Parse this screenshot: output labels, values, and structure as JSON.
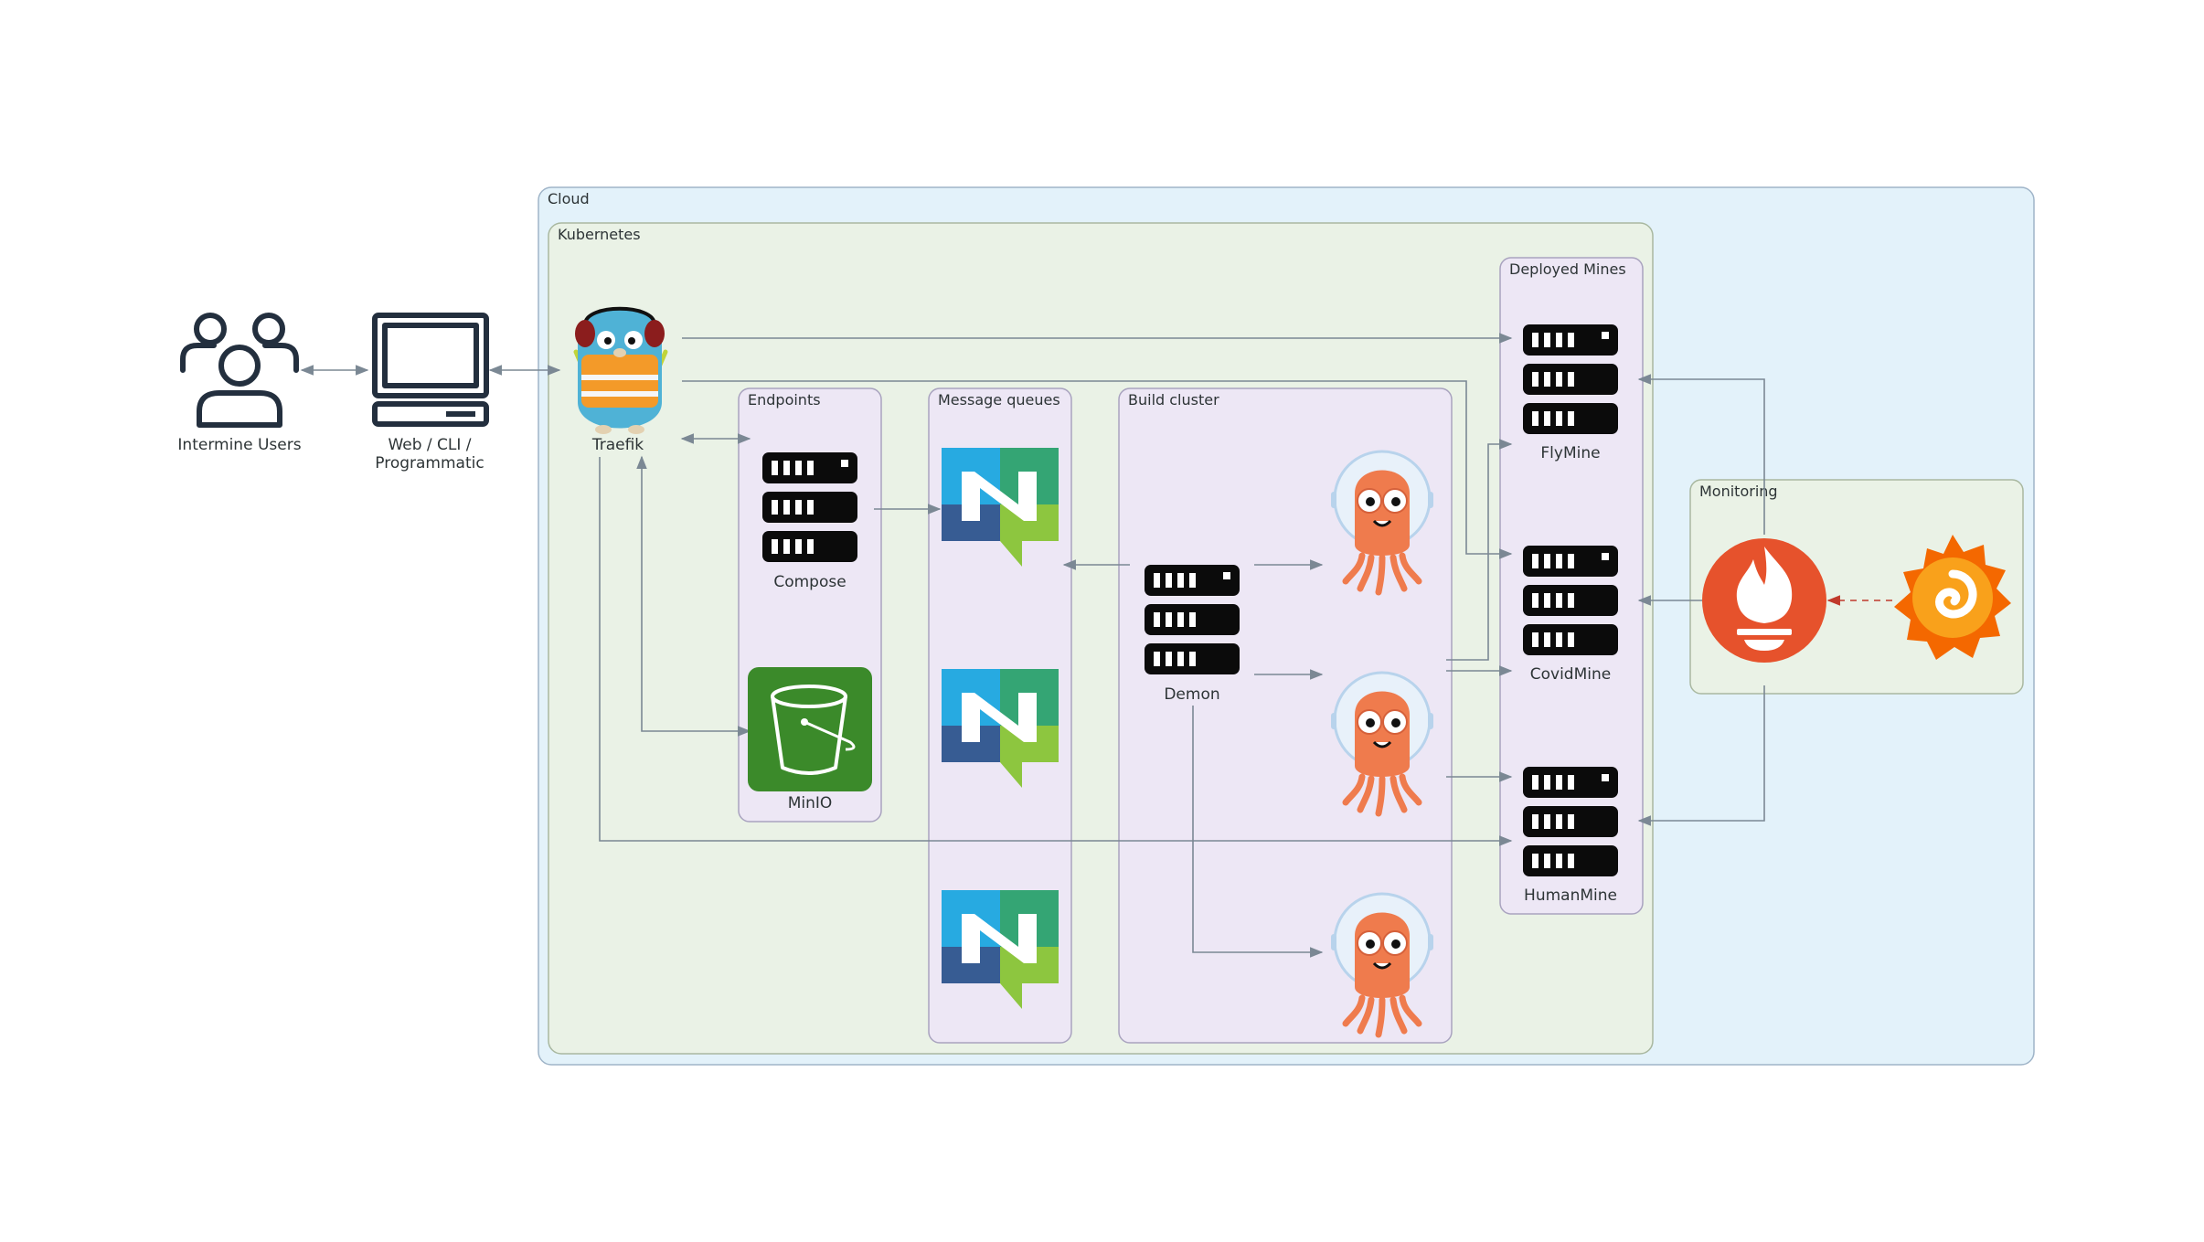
{
  "clusters": {
    "cloud": "Cloud",
    "kubernetes": "Kubernetes",
    "endpoints": "Endpoints",
    "message_queues": "Message queues",
    "build_cluster": "Build cluster",
    "deployed_mines": "Deployed Mines",
    "monitoring": "Monitoring"
  },
  "nodes": {
    "users": "Intermine Users",
    "client_line1": "Web / CLI /",
    "client_line2": "Programmatic",
    "traefik": "Traefik",
    "compose": "Compose",
    "minio": "MinIO",
    "demon": "Demon",
    "flymine": "FlyMine",
    "covidmine": "CovidMine",
    "humanmine": "HumanMine"
  },
  "icons": {
    "users": "users-group-icon",
    "client": "computer-terminal-icon",
    "traefik": "gopher-mascot-icon",
    "server": "server-rack-icon",
    "bucket": "storage-bucket-icon",
    "queue": "nats-logo-icon",
    "argo": "octopus-mascot-icon",
    "prometheus": "flame-logo-icon",
    "grafana": "swirl-logo-icon"
  },
  "colors": {
    "cloud_fill": "#e3f2fa",
    "cloud_stroke": "#9fb4c8",
    "kubernetes_fill": "#eaf2e6",
    "inner_fill": "#ede7f5",
    "monitoring_fill": "#eaf2e6",
    "edge": "#7b8894",
    "edge_dashed": "#c0392b",
    "server": "#0b0b0b",
    "bucket_green": "#3b8a2a",
    "prometheus": "#e6522c",
    "grafana": "#f46800",
    "argo": "#ef7b4d",
    "nats_blue": "#27aae1",
    "nats_green": "#8dc63f",
    "nats_navy": "#375c93",
    "nats_teal": "#34a574"
  }
}
